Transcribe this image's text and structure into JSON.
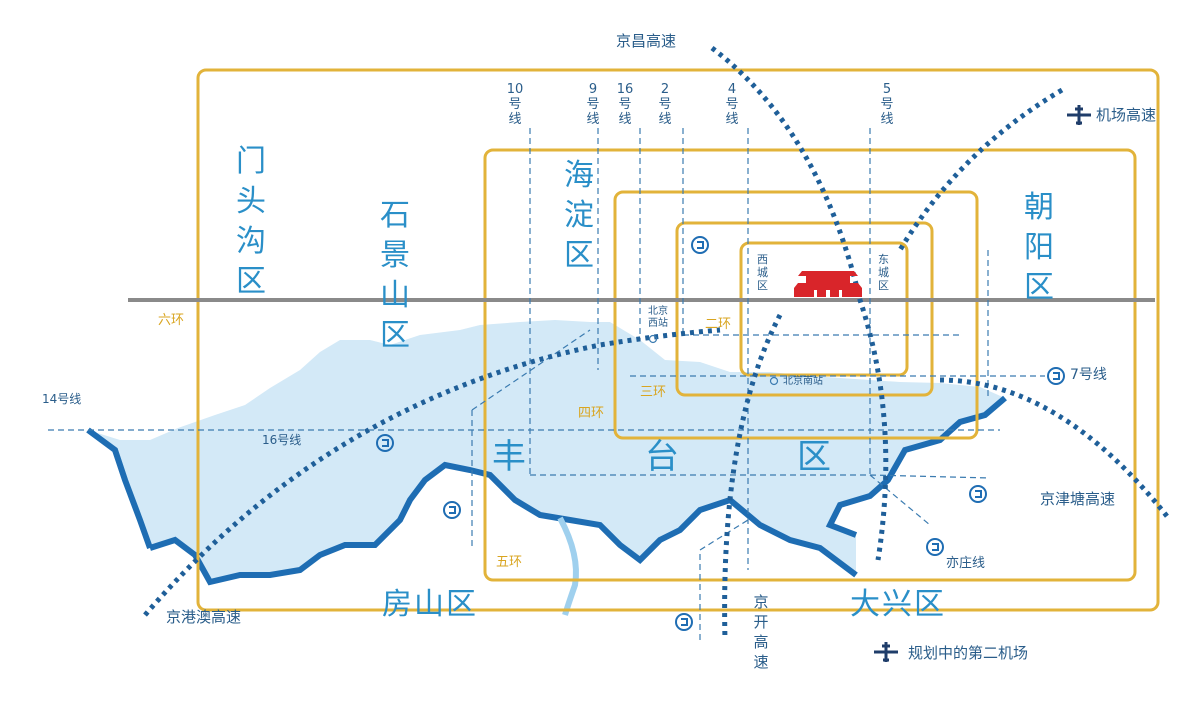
{
  "colors": {
    "ring": "#e2b33a",
    "water": "#d3e9f7",
    "water_edge": "#1e6db3",
    "highway": "#1f5f99",
    "text_blue": "#2a8fc8",
    "text_dark": "#2a5d8a",
    "landmark": "#d9252a",
    "road_gray": "#8a8a8a"
  },
  "districts": {
    "mentougou": "门头沟区",
    "shijingshan": "石景山区",
    "haidian": "海淀区",
    "chaoyang": "朝阳区",
    "xicheng": "西城区",
    "dongcheng": "东城区",
    "fangshan": "房山区",
    "daxing": "大兴区",
    "fengtai_1": "丰",
    "fengtai_2": "台",
    "fengtai_3": "区"
  },
  "rings": {
    "r2": "二环",
    "r3": "三环",
    "r4": "四环",
    "r5": "五环",
    "r6": "六环"
  },
  "metro_lines": {
    "l10": "10号线",
    "l9": "9号线",
    "l16_top": "16号线",
    "l2": "2号线",
    "l4": "4号线",
    "l5": "5号线",
    "l14": "14号线",
    "l16_mid": "16号线",
    "l7": "7号线",
    "yizhuang": "亦庄线"
  },
  "stations": {
    "west": "北京西站",
    "south": "北京南站"
  },
  "highways": {
    "jingchang": "京昌高速",
    "airport": "机场高速",
    "jingjintang": "京津塘高速",
    "jinggangao": "京港澳高速",
    "jingkai": "京开高速",
    "second_airport": "规划中的第二机场"
  },
  "icons": [
    "airplane-icon",
    "metro-icon",
    "tiananmen-icon",
    "station-dot-icon"
  ]
}
